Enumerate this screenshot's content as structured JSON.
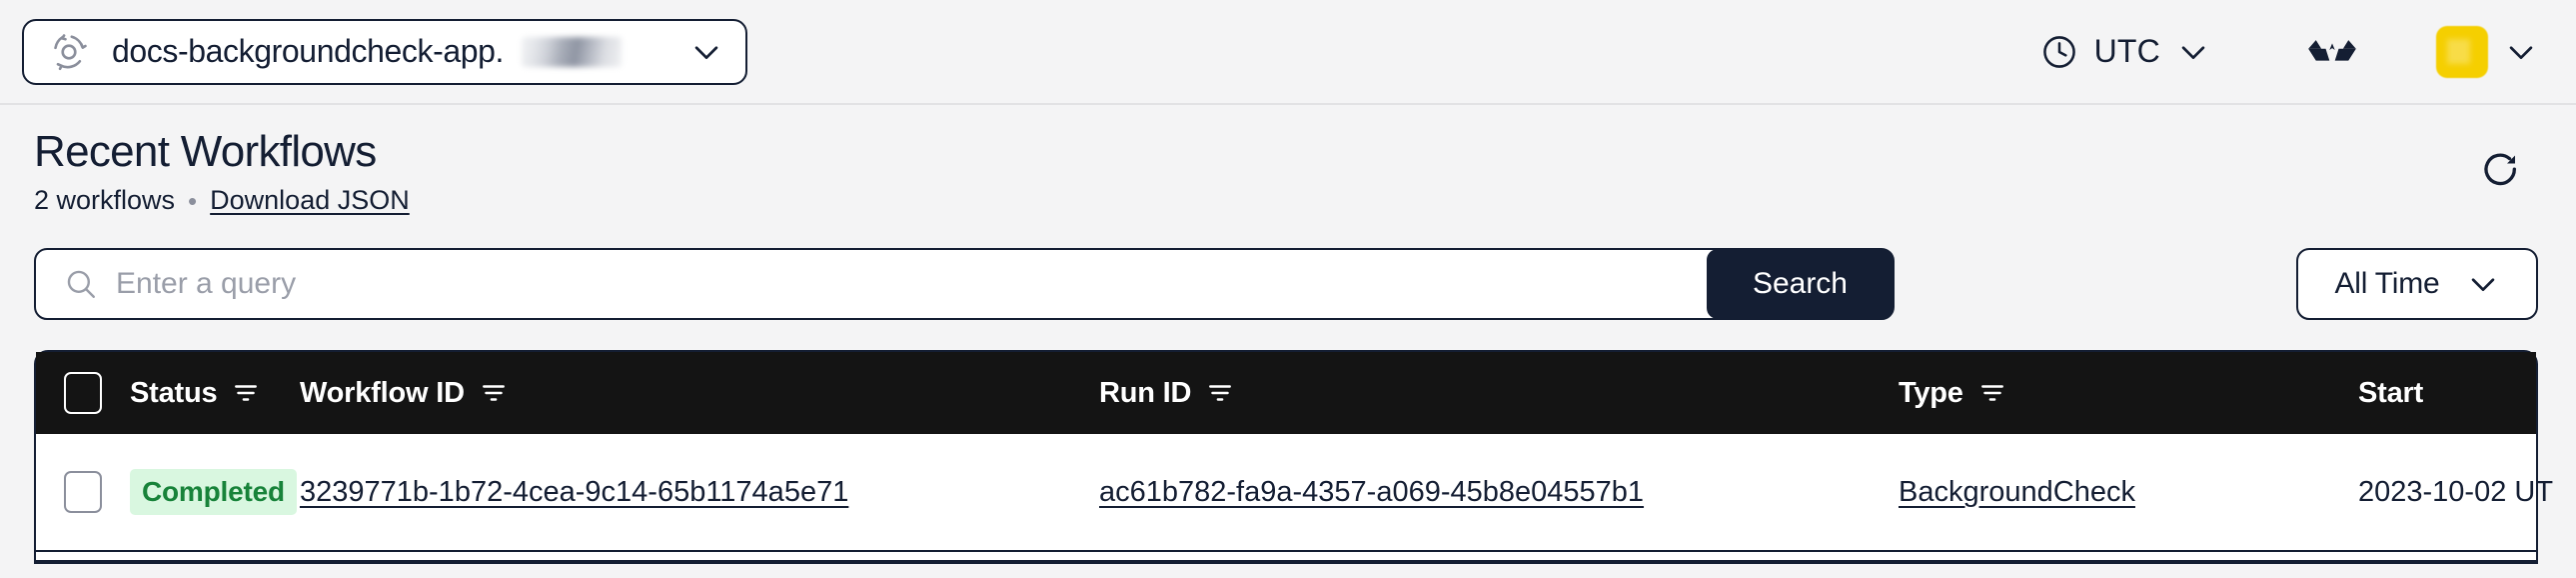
{
  "topbar": {
    "namespace": {
      "icon": "namespace-recycle-icon",
      "name": "docs-backgroundcheck-app.",
      "redacted": true,
      "chevron": "chevron-down-icon"
    },
    "timezone": {
      "icon": "clock-icon",
      "label": "UTC",
      "chevron": "chevron-down-icon"
    },
    "labs_toggle": {
      "icon": "glasses-icon"
    },
    "user": {
      "avatar_color": "#f5cf00",
      "chevron": "chevron-down-icon"
    }
  },
  "page": {
    "title": "Recent Workflows",
    "count_label": "2 workflows",
    "separator": "•",
    "download_link": "Download JSON",
    "refresh_icon": "refresh-icon"
  },
  "search": {
    "icon": "search-icon",
    "value": "",
    "placeholder": "Enter a query",
    "button_label": "Search"
  },
  "time_filter": {
    "label": "All Time",
    "chevron": "chevron-down-icon"
  },
  "table": {
    "columns": [
      {
        "key": "status",
        "label": "Status",
        "filter": true
      },
      {
        "key": "workflow_id",
        "label": "Workflow ID",
        "filter": true
      },
      {
        "key": "run_id",
        "label": "Run ID",
        "filter": true
      },
      {
        "key": "type",
        "label": "Type",
        "filter": true
      },
      {
        "key": "start",
        "label": "Start",
        "filter": false
      }
    ],
    "rows": [
      {
        "status": "Completed",
        "status_color": "#18833a",
        "status_bg": "#d9f7e0",
        "workflow_id": "3239771b-1b72-4cea-9c14-65b1174a5e71",
        "run_id": "ac61b782-fa9a-4357-a069-45b8e04557b1",
        "type": "BackgroundCheck",
        "start": "2023-10-02 UT"
      }
    ]
  }
}
